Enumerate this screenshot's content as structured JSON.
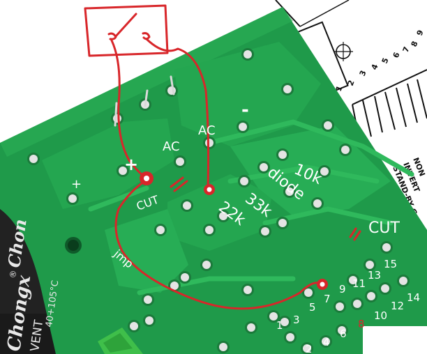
{
  "annotations": {
    "ac_upper": "AC",
    "ac_lower": "AC",
    "plus_big": "+",
    "plus_small": "+",
    "minus": "-",
    "cut_left": "CUT",
    "cut_right": "CUT",
    "diode": "diode",
    "r10k": "10k",
    "r33k": "33k",
    "r22k": "22k",
    "jmp": "jmp"
  },
  "pin_numbers": {
    "odd": [
      "1",
      "3",
      "5",
      "7",
      "9",
      "11",
      "13",
      "15"
    ],
    "even": [
      "2",
      "4",
      "6",
      "8",
      "10",
      "12",
      "14"
    ],
    "highlight": "8"
  },
  "capacitor": {
    "brand": "Chongx",
    "brand_mark": "®",
    "brand2": "Chon",
    "vent": "VENT",
    "rating": "40+105°C"
  },
  "datasheet": {
    "pin_labels": [
      "1",
      "2",
      "3",
      "4",
      "5",
      "6",
      "7",
      "8",
      "9"
    ],
    "text_line1": "NON",
    "text_line2": "INVERT",
    "text_line3": "STAND-BY G"
  },
  "colors": {
    "pcb": "#1f9a4a",
    "trace": "#27ad55",
    "annotation_red": "#d8262a",
    "capacitor": "#1a1a1a",
    "connector": "#3fbf4a"
  }
}
